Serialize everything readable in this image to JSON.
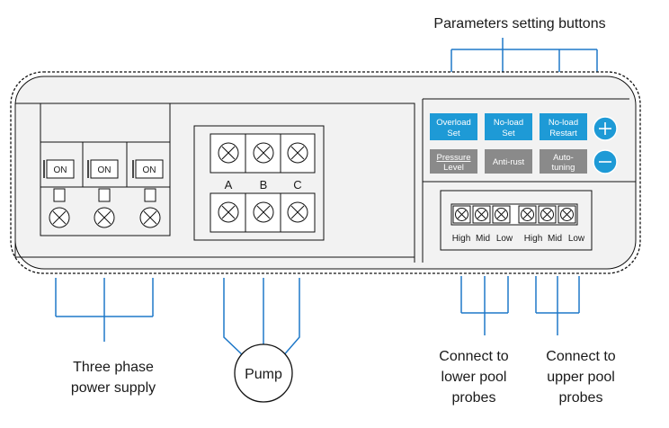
{
  "title": "Parameters setting buttons",
  "breakers": {
    "on_label": "ON",
    "count": 3
  },
  "terminals": {
    "phase_labels": [
      "A",
      "B",
      "C"
    ]
  },
  "buttons": [
    {
      "line1": "Overload",
      "line2": "Set",
      "color": "#1e9ad6"
    },
    {
      "line1": "No-load",
      "line2": "Set",
      "color": "#1e9ad6"
    },
    {
      "line1": "No-load",
      "line2": "Restart",
      "color": "#1e9ad6"
    },
    {
      "line1": "Pressure",
      "line2": "Level",
      "color": "#8a8a8a"
    },
    {
      "line1": "Anti-rust",
      "line2": "",
      "color": "#8a8a8a"
    },
    {
      "line1": "Auto-",
      "line2": "tuning",
      "color": "#8a8a8a"
    }
  ],
  "plus_symbol": "+",
  "minus_symbol": "−",
  "probe_labels": [
    "High",
    "Mid",
    "Low",
    "High",
    "Mid",
    "Low"
  ],
  "labels": {
    "power_line1": "Three phase",
    "power_line2": "power supply",
    "pump": "Pump",
    "lower_line1": "Connect to",
    "lower_line2": "lower pool",
    "lower_line3": "probes",
    "upper_line1": "Connect to",
    "upper_line2": "upper pool",
    "upper_line3": "probes"
  },
  "colors": {
    "wire": "#1f78c8",
    "panel": "#f2f2f2",
    "accent": "#1e9ad6",
    "grey_button": "#8a8a8a"
  }
}
